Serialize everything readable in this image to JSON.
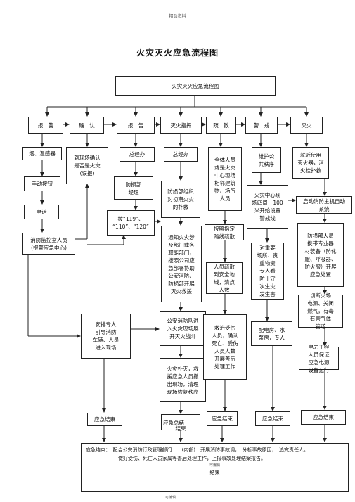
{
  "header_note": "精品资料",
  "footer_note": "可编辑",
  "title": "火灾灭火应急流程图",
  "top_box": "火灾灭火应急流程图",
  "steps": [
    "报　警",
    "确　认",
    "报　告",
    "灭火指挥",
    "疏　散",
    "警　戒",
    "灭火"
  ],
  "col1": {
    "detector": "烟、温感器",
    "manual_button": "手动按钮",
    "phone": "电话",
    "control_room": "消防监控室人员\n(报警应急中心)"
  },
  "col2": {
    "confirm": "到现场确认\n是否是火灾\n(误报)"
  },
  "col3": {
    "gm_office": "总经办",
    "disaster_dept": "防损部\n经理",
    "dial": "拨“119”、\n“110”、“120”"
  },
  "col4": {
    "gm_office": "总经办",
    "organize": "防损部组织\n对初期火灾\n的扑救",
    "notify": "通知火灾涉\n及部门或各\n职能部门，\n按照公司应\n急部署协助\n公安消防、\n防损部开展\n灭火救援",
    "arrival": "公安消防队进\n入火灾现场展\n开灭火战斗",
    "firefighting": "火灾扑灭，救\n援应急人员撤\n出现场，清理\n现场恢复秩序"
  },
  "col5": {
    "all_staff": "全体人员\n或是火灾\n中心现场\n相邻建筑\n物、场所\n人员",
    "evacuate": "按照指定\n路线疏散",
    "count": "人员疏散\n到安全地\n域，清点\n人数",
    "rescue": "救治受伤\n人员，确认\n死亡、受伤\n人员人数\n开展善后\n处理工作"
  },
  "col6": {
    "guard_order": "维护公\n共秩序",
    "perimeter": "火灾中心现\n场四周　100\n米开始设置\n警戒线",
    "important": "对重要\n场所、贵\n重物资\n专人看\n防止守\n次生灾\n发生害",
    "power_room": "配电房、水\n泵房，专人"
  },
  "col7": {
    "extinguish": "就近使用\n灭火器，消\n火栓扑救",
    "auto_system": "启动消防主机自动\n系统",
    "equipment": "防损部人员\n携带专业器\n材装备（防化\n服、呼吸器、\n防火服）开展\n应急处置",
    "cutoff": "切断火场\n电源、关闭\n燃气，有毒\n有害气体\n管道",
    "power_engineering": "电力工程\n人员保证\n应急电源\n设备运行"
  },
  "guide": "安排专人\n引导消防\n车辆、人员\n进入现场",
  "end_labels": {
    "end1": "应急结束",
    "end2": "应急总结",
    "end2_sub": "结束",
    "end3": "应急结束",
    "end4": "应急结束",
    "end5": "应急结束"
  },
  "summary": {
    "line1": "应急结束：　配合公安消防行政管理部门　　(内部)　开展消防事故调，　分析事故原因，　追究责任人。",
    "line2": "做好受伤、死亡人员家属等善后处理工作，上报事故处理结案报告。",
    "note": "可编辑",
    "end": "结束"
  }
}
